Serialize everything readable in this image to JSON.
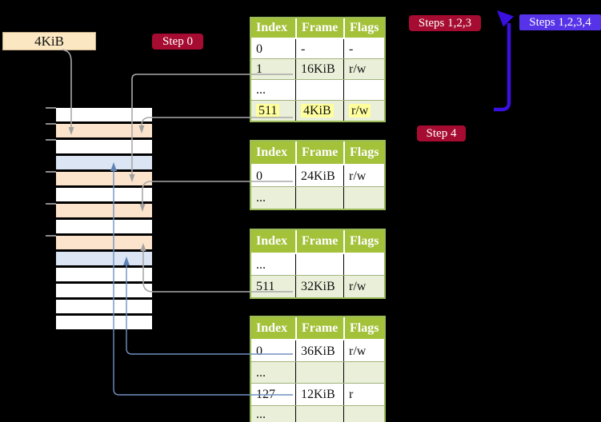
{
  "labels": {
    "frame_box": "4KiB",
    "step0": "Step 0",
    "steps123": "Steps 1,2,3",
    "steps1234": "Steps 1,2,3,4",
    "step4": "Step 4"
  },
  "colors": {
    "red": "#a60c31",
    "violet": "#5633e8",
    "arrow_blue": "#3a10e0",
    "header_green": "#a3c139",
    "border_green": "#9bbb59",
    "row_green": "#e9efd8",
    "highlight_yellow": "#ffff9e",
    "peach": "#fce4cc",
    "light_blue": "#dbe5f4",
    "tan": "#fbe7c1",
    "gray_arrow": "#a9a9a9",
    "steel_blue_arrow": "#7191c1"
  },
  "memory_strip": {
    "row_colors": [
      "white",
      "peach",
      "white",
      "blue",
      "peach",
      "white",
      "peach",
      "white",
      "peach",
      "blue",
      "white",
      "white",
      "white",
      "white"
    ],
    "tick_rows": [
      0,
      1,
      2,
      4,
      6,
      8
    ]
  },
  "tables": [
    {
      "name": "page-table-1",
      "columns": [
        "Index",
        "Frame",
        "Flags"
      ],
      "rows": [
        {
          "cells": [
            "0",
            "-",
            "-"
          ],
          "shaded": false,
          "highlight": false
        },
        {
          "cells": [
            "1",
            "16KiB",
            "r/w"
          ],
          "shaded": true,
          "highlight": false
        },
        {
          "cells": [
            "...",
            "",
            ""
          ],
          "shaded": false,
          "highlight": false
        },
        {
          "cells": [
            "511",
            "4KiB",
            "r/w"
          ],
          "shaded": true,
          "highlight": true
        }
      ]
    },
    {
      "name": "page-table-2",
      "columns": [
        "Index",
        "Frame",
        "Flags"
      ],
      "rows": [
        {
          "cells": [
            "0",
            "24KiB",
            "r/w"
          ],
          "shaded": false,
          "highlight": false
        },
        {
          "cells": [
            "...",
            "",
            ""
          ],
          "shaded": true,
          "highlight": false
        }
      ]
    },
    {
      "name": "page-table-3",
      "columns": [
        "Index",
        "Frame",
        "Flags"
      ],
      "rows": [
        {
          "cells": [
            "...",
            "",
            ""
          ],
          "shaded": false,
          "highlight": false
        },
        {
          "cells": [
            "511",
            "32KiB",
            "r/w"
          ],
          "shaded": true,
          "highlight": false
        }
      ]
    },
    {
      "name": "page-table-4",
      "columns": [
        "Index",
        "Frame",
        "Flags"
      ],
      "rows": [
        {
          "cells": [
            "0",
            "36KiB",
            "r/w"
          ],
          "shaded": false,
          "highlight": false
        },
        {
          "cells": [
            "...",
            "",
            ""
          ],
          "shaded": true,
          "highlight": false
        },
        {
          "cells": [
            "127",
            "12KiB",
            "r"
          ],
          "shaded": false,
          "highlight": false
        },
        {
          "cells": [
            "...",
            "",
            ""
          ],
          "shaded": true,
          "highlight": false
        }
      ]
    }
  ]
}
